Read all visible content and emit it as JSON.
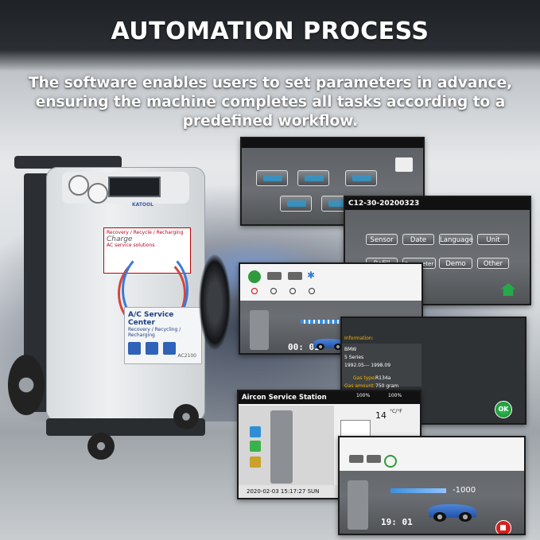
{
  "title": "AUTOMATION PROCESS",
  "subtitle": "The software enables users to set parameters in advance, ensuring the machine completes all tasks according to a predefined workflow.",
  "machine": {
    "brand": "KATOOL",
    "label_line1": "Recovery / Recycle / Recharging",
    "label_line2": "Charge",
    "label_line3": "AC service solutions",
    "panel_title": "A/C Service Center",
    "panel_sub": "Recovery / Recycling / Recharging",
    "model": "AC2100"
  },
  "screen_settings": {
    "code": "C12-30-20200323",
    "buttons": [
      "Sensor",
      "Date",
      "Language",
      "Unit",
      "Refill",
      "Parameter",
      "Demo",
      "Other"
    ]
  },
  "screen_progress_1": {
    "timer": "00: 01"
  },
  "screen_info": {
    "info_label": "Information:",
    "make": "BMW",
    "series": "5 Series",
    "years": "1992.05--- 1998.09",
    "gas_type_label": "Gas type:",
    "gas_type": "R134a",
    "gas_amount_label": "Gas amount:",
    "gas_amount": "750 gram",
    "ok": "OK"
  },
  "screen_station": {
    "title": "Aircon Service Station",
    "pct1": "100%",
    "pct2": "100%",
    "temp": "14",
    "temp_unit": "°C/°F",
    "datetime": "2020-02-03  15:17:27 SUN"
  },
  "screen_progress_2": {
    "value": "-1000",
    "timer": "19: 01"
  }
}
